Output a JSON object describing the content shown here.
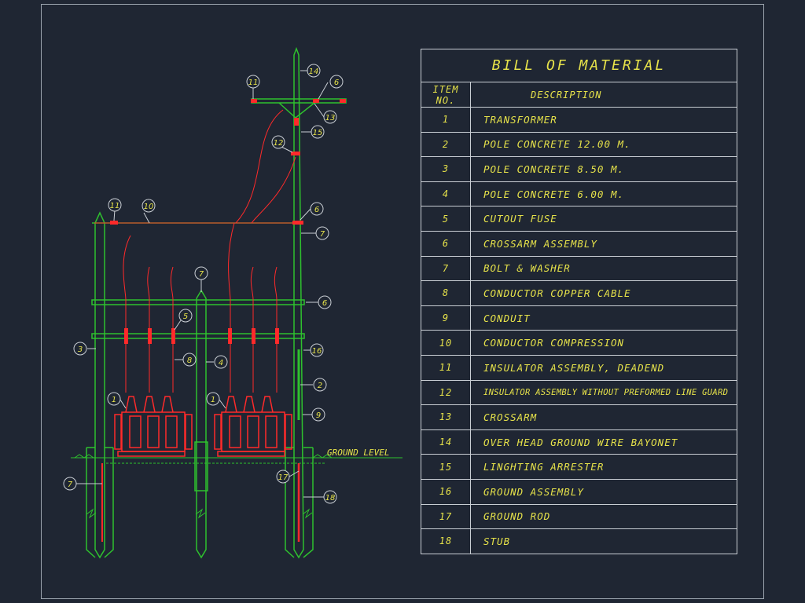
{
  "bom": {
    "title": "BILL OF MATERIAL",
    "col_item": "ITEM NO.",
    "col_desc": "DESCRIPTION",
    "items": [
      {
        "no": "1",
        "desc": "TRANSFORMER"
      },
      {
        "no": "2",
        "desc": "POLE CONCRETE 12.00 M."
      },
      {
        "no": "3",
        "desc": "POLE CONCRETE 8.50 M."
      },
      {
        "no": "4",
        "desc": "POLE CONCRETE 6.00 M."
      },
      {
        "no": "5",
        "desc": "CUTOUT FUSE"
      },
      {
        "no": "6",
        "desc": "CROSSARM ASSEMBLY"
      },
      {
        "no": "7",
        "desc": "BOLT & WASHER"
      },
      {
        "no": "8",
        "desc": "CONDUCTOR COPPER CABLE"
      },
      {
        "no": "9",
        "desc": "CONDUIT"
      },
      {
        "no": "10",
        "desc": "CONDUCTOR COMPRESSION"
      },
      {
        "no": "11",
        "desc": "INSULATOR ASSEMBLY, DEADEND"
      },
      {
        "no": "12",
        "desc": "INSULATOR ASSEMBLY WITHOUT PREFORMED LINE GUARD"
      },
      {
        "no": "13",
        "desc": "CROSSARM"
      },
      {
        "no": "14",
        "desc": "OVER HEAD GROUND WIRE BAYONET"
      },
      {
        "no": "15",
        "desc": "LINGHTING ARRESTER"
      },
      {
        "no": "16",
        "desc": "GROUND ASSEMBLY"
      },
      {
        "no": "17",
        "desc": "GROUND ROD"
      },
      {
        "no": "18",
        "desc": "STUB"
      }
    ]
  },
  "drawing": {
    "ground_label": "GROUND LEVEL",
    "callouts": [
      "1",
      "1",
      "2",
      "3",
      "4",
      "5",
      "6",
      "6",
      "6",
      "7",
      "7",
      "7",
      "8",
      "9",
      "10",
      "11",
      "11",
      "12",
      "13",
      "14",
      "15",
      "16",
      "17",
      "18"
    ]
  },
  "colors": {
    "background": "#1f2633",
    "pole": "#2ec12e",
    "conductor": "#ff2a2a",
    "text": "#e6e24a",
    "line": "#c9ced4"
  }
}
